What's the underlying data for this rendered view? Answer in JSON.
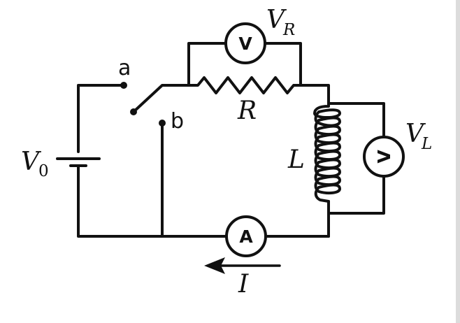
{
  "labels": {
    "source": "V",
    "source_sub": "0",
    "resistor": "R",
    "inductor": "L",
    "current": "I",
    "vr": "V",
    "vr_sub": "R",
    "vl": "V",
    "vl_sub": "L",
    "terminal_a": "a",
    "terminal_b": "b"
  },
  "meters": {
    "resistor_voltmeter": "V",
    "inductor_voltmeter": "V",
    "ammeter": "A"
  }
}
